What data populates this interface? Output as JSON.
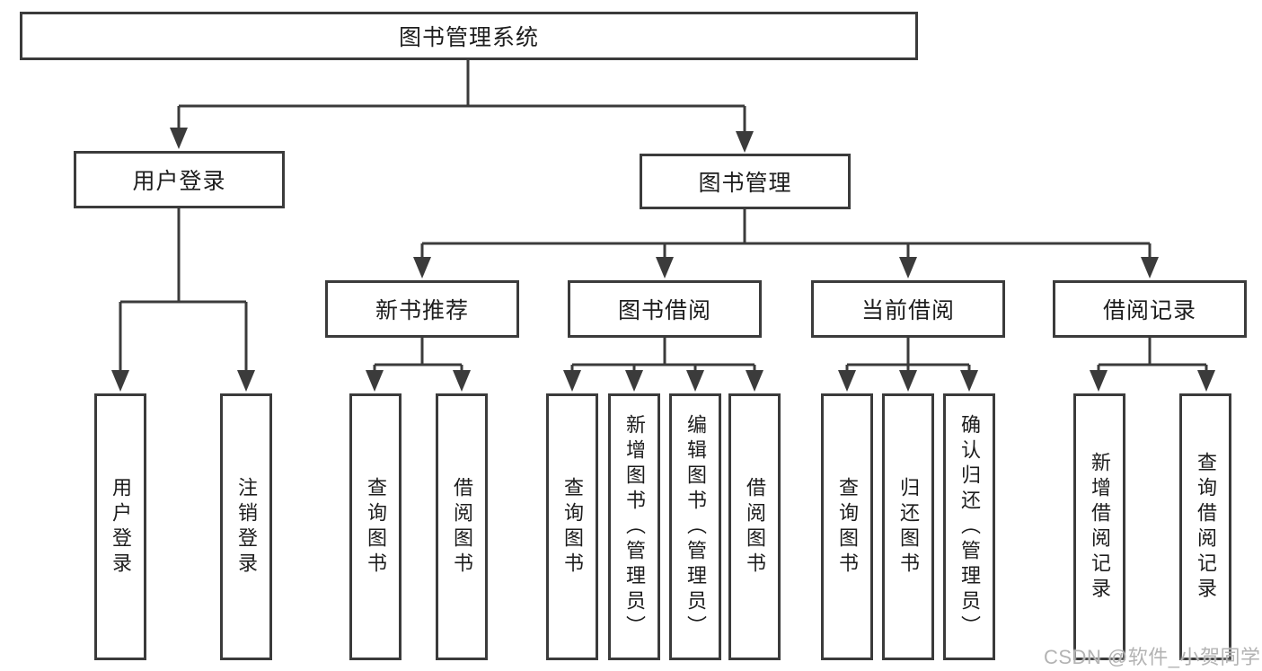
{
  "diagram": {
    "title": "图书管理系统",
    "nodes": {
      "root": "图书管理系统",
      "user_login": "用户登录",
      "book_mgmt": "图书管理",
      "leaf_user_login": "用户登录",
      "leaf_logout": "注销登录",
      "new_book_rec": "新书推荐",
      "book_borrow": "图书借阅",
      "current_borrow": "当前借阅",
      "borrow_records": "借阅记录",
      "nbr_query_books": "查询图书",
      "nbr_borrow_books": "借阅图书",
      "bb_query_books": "查询图书",
      "bb_add_books": "新增图书（管理员）",
      "bb_edit_books": "编辑图书（管理员）",
      "bb_borrow_books": "借阅图书",
      "cb_query_books": "查询图书",
      "cb_return_books": "归还图书",
      "cb_confirm_return": "确认归还（管理员）",
      "br_add_record": "新增借阅记录",
      "br_query_record": "查询借阅记录"
    },
    "structure": {
      "图书管理系统": {
        "用户登录": [
          "用户登录",
          "注销登录"
        ],
        "图书管理": {
          "新书推荐": [
            "查询图书",
            "借阅图书"
          ],
          "图书借阅": [
            "查询图书",
            "新增图书（管理员）",
            "编辑图书（管理员）",
            "借阅图书"
          ],
          "当前借阅": [
            "查询图书",
            "归还图书",
            "确认归还（管理员）"
          ],
          "借阅记录": [
            "新增借阅记录",
            "查询借阅记录"
          ]
        }
      }
    },
    "colors": {
      "line": "#3b3b3b",
      "text": "#1d1d1d",
      "box_background": "#ffffff",
      "watermark": "#b3b3b3"
    }
  },
  "watermark": "CSDN @软件_小贺同学"
}
